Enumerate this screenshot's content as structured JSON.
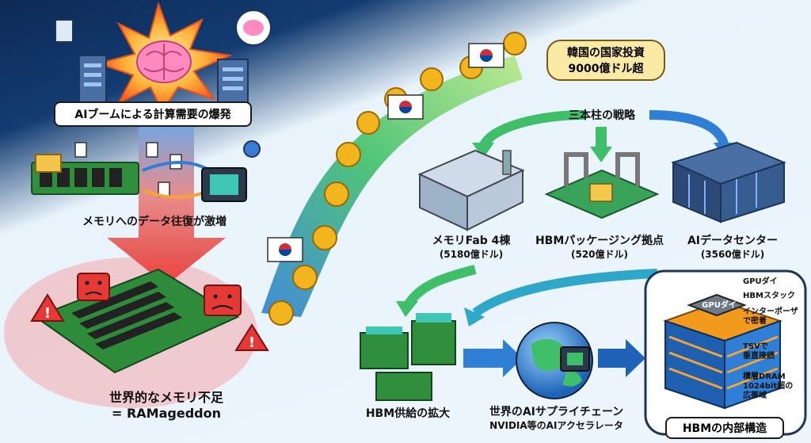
{
  "top": {
    "ai_boom": "AIブームによる計算需要の爆発"
  },
  "flow": {
    "memory_traffic": "メモリへのデータ往復が激増",
    "shortage_line1": "世界的なメモリ不足",
    "shortage_line2": "= RAMageddon"
  },
  "investment": {
    "line1": "韓国の国家投資",
    "line2": "9000億ドル超",
    "strategy": "三本柱の戦略"
  },
  "pillars": [
    {
      "name": "メモリFab 4棟",
      "amount": "(5180億ドル)"
    },
    {
      "name": "HBMパッケージング拠点",
      "amount": "(520億ドル)"
    },
    {
      "name": "AIデータセンター",
      "amount": "(3560億ドル)"
    }
  ],
  "bottom": {
    "hbm_supply": "HBM供給の拡大",
    "supply_chain_line1": "世界のAIサプライチェーン",
    "supply_chain_line2": "NVIDIA等のAIアクセラレータ"
  },
  "hbm_structure": {
    "title": "HBMの内部構造",
    "gpu_label": "GPUダイ",
    "callouts": {
      "gpu_die": "GPUダイ",
      "hbm_stack": "HBMスタック",
      "interposer_1": "インターポーザ",
      "interposer_2": "で密着",
      "tsv_1": "TSVで",
      "tsv_2": "垂直接続",
      "dram_1": "積層DRAM",
      "dram_2": "1024bit超の",
      "dram_3": "広帯域"
    }
  },
  "colors": {
    "navy": "#133c72",
    "alert_red": "#e53935",
    "flow_green": "#3fbf6a",
    "flow_blue": "#2f7fd6",
    "coin_gold": "#f2b51d",
    "label_yellow": "#fbe9a6"
  }
}
